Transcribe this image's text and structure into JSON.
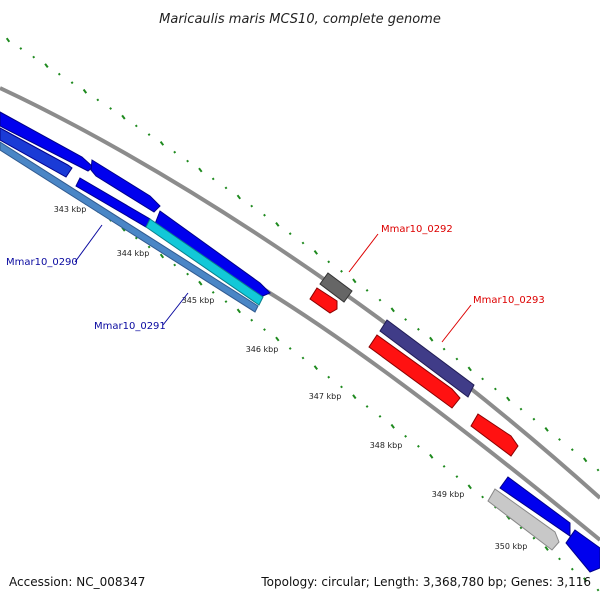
{
  "title": "Maricaulis maris MCS10, complete genome",
  "accession": "Accession: NC_008347",
  "topology": "Topology: circular; Length: 3,368,780 bp; Genes: 3,116",
  "colors": {
    "backbone": "#8c8c8c",
    "gc_skew": "#1e8a1e",
    "cds_blue": "#0000ee",
    "cds_red": "#ff1111",
    "cds_gray": "#666666",
    "cds_slate": "#403c88",
    "rna_cyan": "#12c8d8",
    "pseudo_light": "#c8c8c8",
    "label_blue": "#0a0aa0",
    "label_red": "#dd0000"
  },
  "ticks": [
    "343 kbp",
    "344 kbp",
    "345 kbp",
    "346 kbp",
    "347 kbp",
    "348 kbp",
    "349 kbp",
    "350 kbp"
  ],
  "gene_labels": [
    {
      "id": "gene-label-0290",
      "text": "Mmar10_0290"
    },
    {
      "id": "gene-label-0291",
      "text": "Mmar10_0291"
    },
    {
      "id": "gene-label-0292",
      "text": "Mmar10_0292"
    },
    {
      "id": "gene-label-0293",
      "text": "Mmar10_0293"
    }
  ]
}
